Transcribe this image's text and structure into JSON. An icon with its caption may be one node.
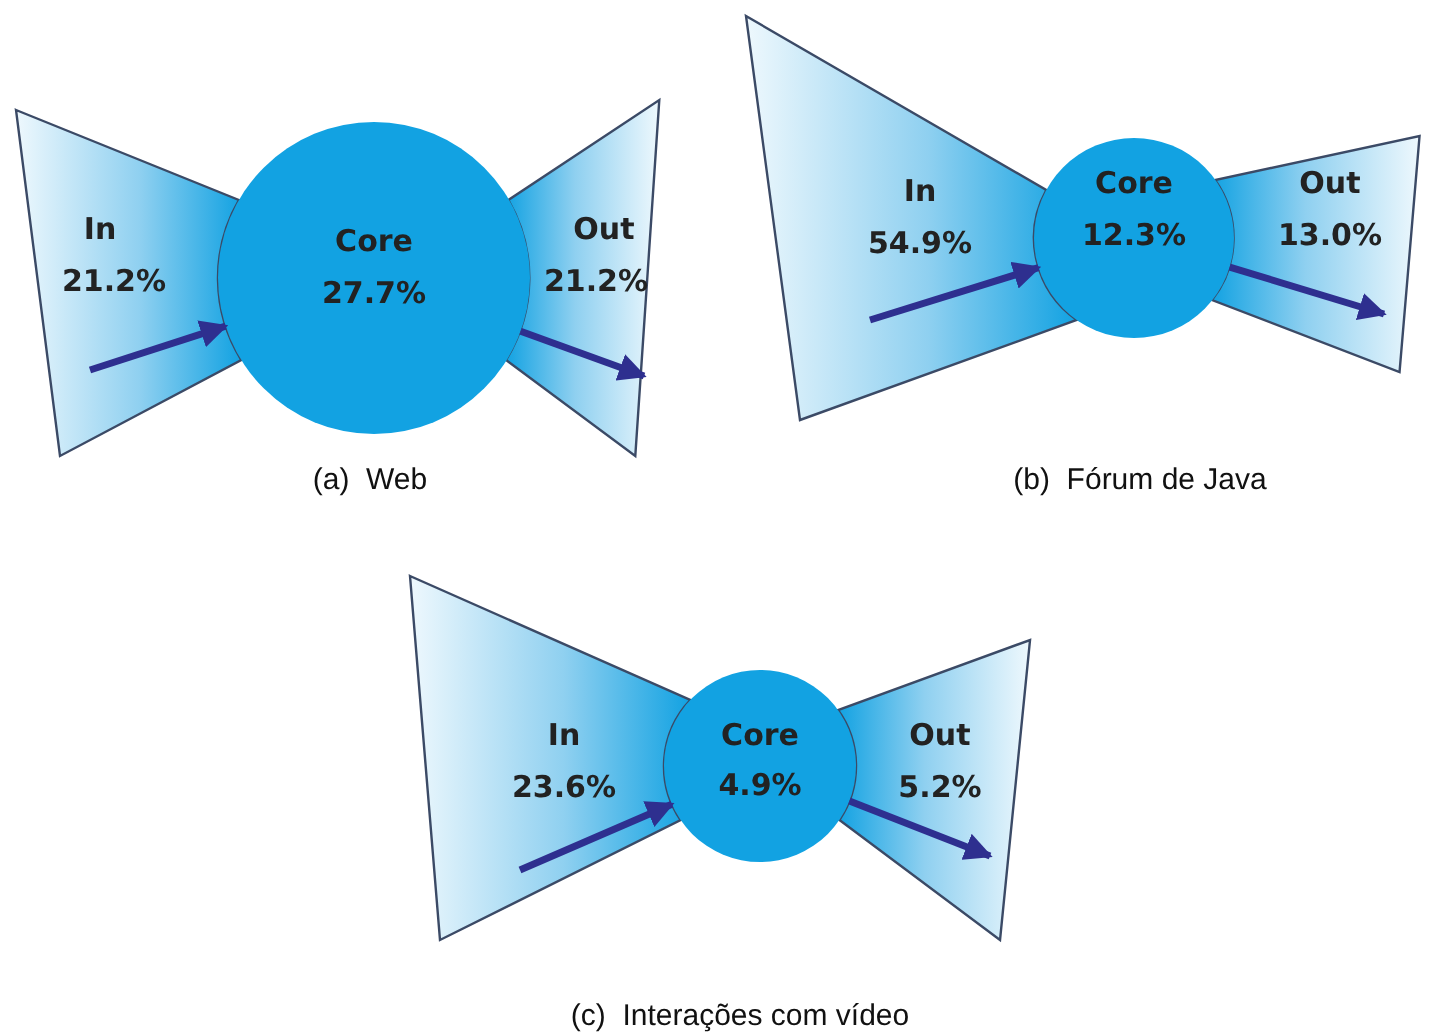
{
  "diagram": {
    "nodes": [
      {
        "text": [
          "In",
          "21.2%"
        ]
      },
      {
        "text": [
          "Core",
          "27.7%"
        ]
      },
      {
        "text": [
          "Out",
          "21.2%"
        ]
      },
      {
        "text": [
          "In",
          "54.9%"
        ]
      },
      {
        "text": [
          "Core",
          "12.3%"
        ]
      },
      {
        "text": [
          "Out",
          "13.0%"
        ]
      },
      {
        "text": [
          "In",
          "23.6%"
        ]
      },
      {
        "text": [
          "Core",
          "4.9%"
        ]
      },
      {
        "text": [
          "Out",
          "5.2%"
        ]
      }
    ],
    "edges": [
      {
        "from": 0,
        "to": 1,
        "arrow": "to"
      },
      {
        "from": 1,
        "to": 2,
        "arrow": "to"
      },
      {
        "from": 3,
        "to": 4,
        "arrow": "to"
      },
      {
        "from": 4,
        "to": 5,
        "arrow": "to"
      },
      {
        "from": 6,
        "to": 7,
        "arrow": "to"
      },
      {
        "from": 7,
        "to": 8,
        "arrow": "to"
      }
    ],
    "labels": [
      "(a)  Web",
      "(b)  Fórum de Java",
      "(c)  Interações com vídeo"
    ]
  }
}
